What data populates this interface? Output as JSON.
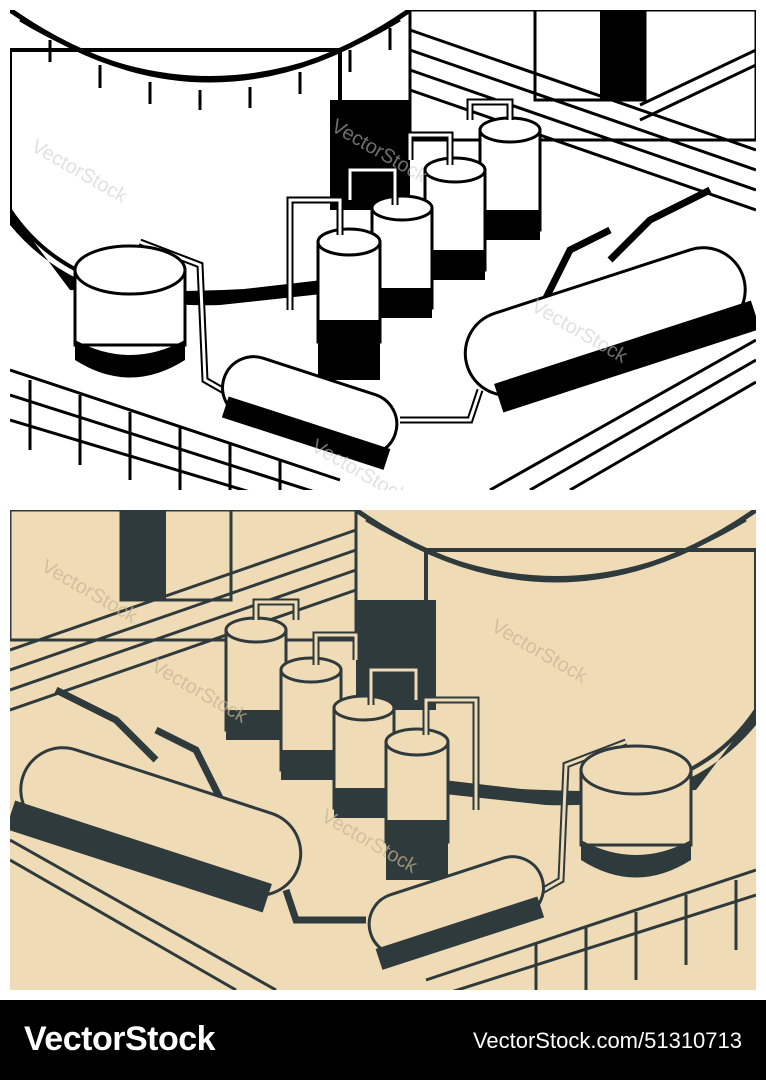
{
  "colors": {
    "top_background": "#ffffff",
    "top_ink": "#000000",
    "bottom_background": "#efdcb7",
    "bottom_ink": "#2f3a3d",
    "footer_background": "#000000",
    "footer_text": "#ffffff"
  },
  "watermark": {
    "text": "VectorStock"
  },
  "footer": {
    "brand": "VectorStock",
    "credit": "VectorStock.com/51310713"
  }
}
